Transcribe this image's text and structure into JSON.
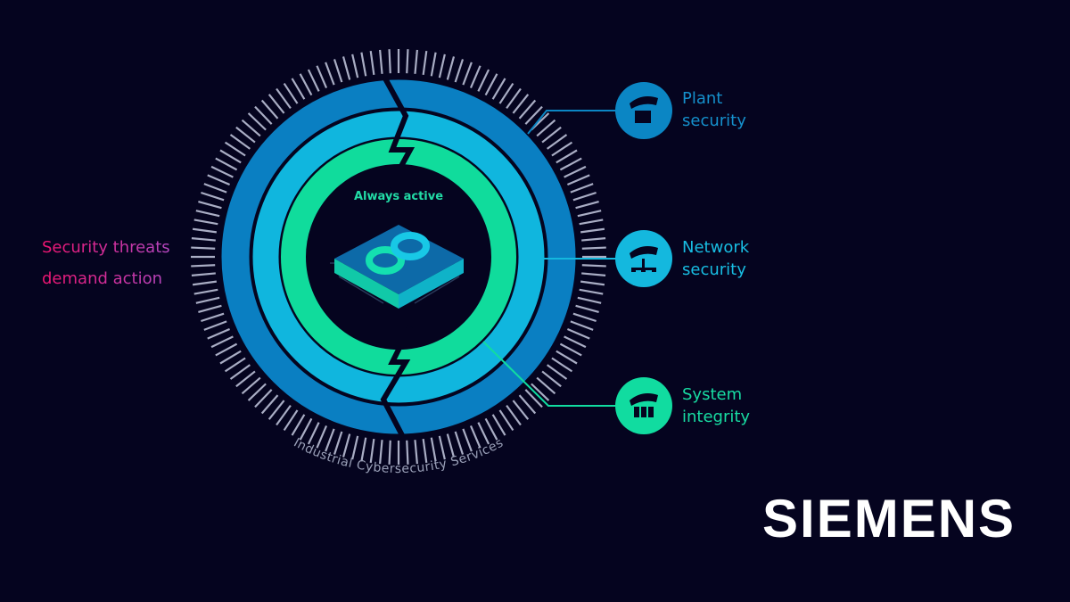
{
  "headline": {
    "line1": "Security threats",
    "line2": "demand action"
  },
  "center": {
    "label": "Always active",
    "icon": "infinity-chip-icon"
  },
  "ring_caption": "Industrial Cybersecurity Services",
  "pillars": [
    {
      "line1": "Plant",
      "line2": "security",
      "icon": "plant-shield-icon",
      "color": "#0b86c4"
    },
    {
      "line1": "Network",
      "line2": "security",
      "icon": "network-shield-icon",
      "color": "#14b8de"
    },
    {
      "line1": "System",
      "line2": "integrity",
      "icon": "system-shield-icon",
      "color": "#11dca0"
    }
  ],
  "brand": {
    "logo_text": "SIEMENS"
  },
  "colors": {
    "background": "#05041f",
    "outer_ring": "#0a7fc2",
    "middle_ring": "#10b6de",
    "inner_ring": "#10dc9c",
    "threat": "#ee1470"
  }
}
